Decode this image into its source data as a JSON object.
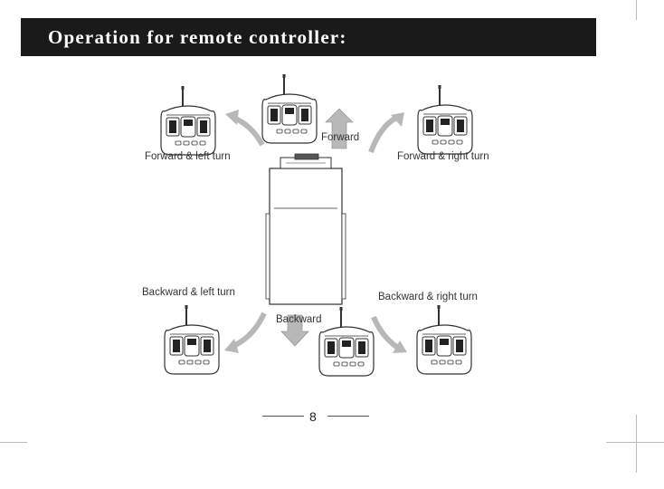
{
  "header": {
    "title": "Operation for remote controller:"
  },
  "directions": {
    "forward": "Forward",
    "backward": "Backward",
    "forward_left": "Forward & left turn",
    "forward_right": "Forward & right turn",
    "backward_left": "Backward & left turn",
    "backward_right": "Backward & right turn"
  },
  "icons": {
    "controller": "remote-controller-icon",
    "vehicle": "vehicle-top-view-icon",
    "arrow": "direction-arrow-icon"
  },
  "colors": {
    "header_bg": "#1a1a1a",
    "header_text": "#ffffff",
    "arrow": "#b8b8b8"
  },
  "footer": {
    "page_number": "8"
  }
}
